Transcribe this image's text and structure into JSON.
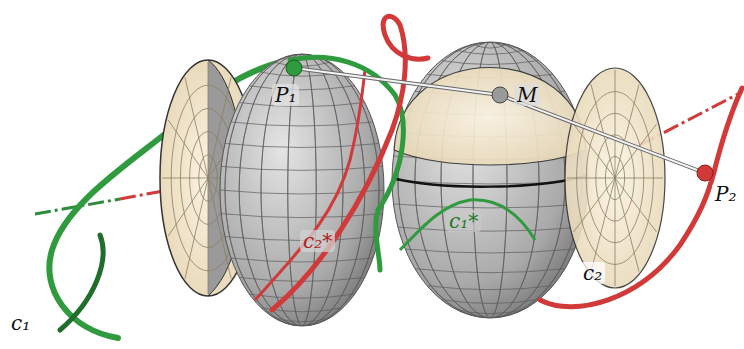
{
  "diagram": {
    "labels": [
      "c₁",
      "P₁",
      "c₂*",
      "M",
      "c₁*",
      "P₂",
      "c₂"
    ]
  }
}
